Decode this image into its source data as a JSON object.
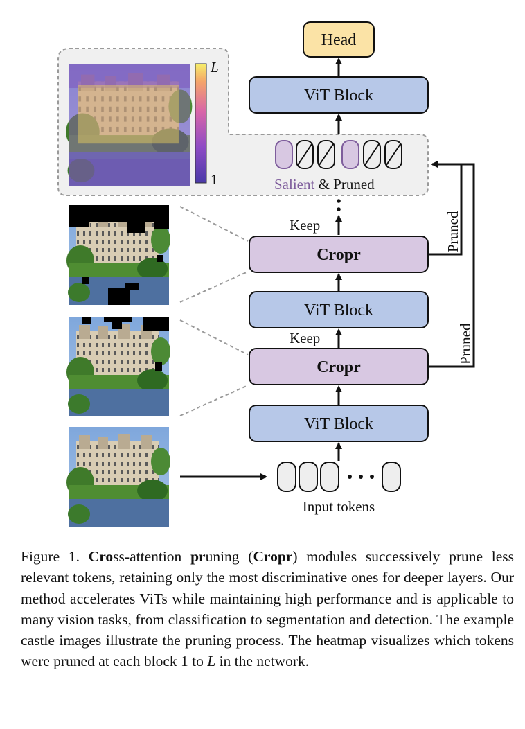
{
  "diagram": {
    "head_label": "Head",
    "vit_block_label": "ViT Block",
    "cropr_label": "Cropr",
    "keep_label": "Keep",
    "pruned_label": "Pruned",
    "salient_label": "Salient",
    "pruned_legend_suffix": "& Pruned",
    "input_tokens_label": "Input tokens",
    "colorbar_top_label": "L",
    "colorbar_bottom_label": "1",
    "colors": {
      "head": "#fbe3a6",
      "vit_block": "#b7c8e8",
      "cropr": "#d8c8e2",
      "salient_text": "#7e5d9c",
      "salient_token": "#d8c8e2",
      "token": "#eeeeee",
      "legend_panel": "#f0f0f0"
    }
  },
  "caption": {
    "fig_label": "Figure 1.",
    "t1_bold": "Cro",
    "t1_rest": "ss-attention ",
    "t2_bold": "pr",
    "t2_rest": "uning (",
    "t3_bold": "Cropr",
    "t3_rest": ") modules successively prune less relevant tokens, retaining only the most discriminative ones for deeper layers. Our method accelerates ViTs while maintaining high performance and is applicable to many vision tasks, from classification to segmentation and detection.  The example castle images illustrate the pruning process. The heatmap visualizes which tokens were pruned at each block 1 to ",
    "t4_italic": "L",
    "t4_rest": " in the network."
  }
}
